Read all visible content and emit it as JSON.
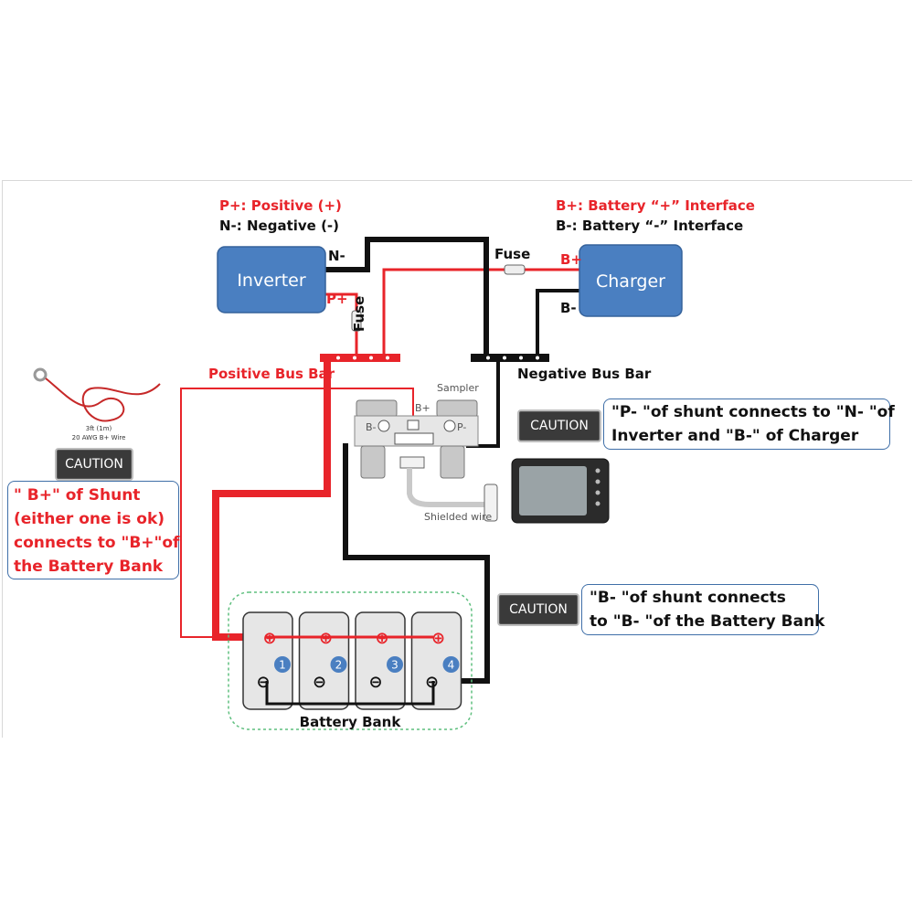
{
  "legend_left": {
    "p_plus": "P+: Positive (+)",
    "n_minus": "N-: Negative (-)"
  },
  "legend_right": {
    "b_plus": "B+: Battery “+” Interface",
    "b_minus": "B-: Battery “-” Interface"
  },
  "devices": {
    "inverter": "Inverter",
    "charger": "Charger"
  },
  "terminals": {
    "inverter_n": "N-",
    "inverter_p": "P+",
    "charger_b_plus": "B+",
    "charger_b_minus": "B-"
  },
  "fuse_labels": {
    "top": "Fuse",
    "vertical": "Fuse"
  },
  "bus_bars": {
    "positive": "Positive Bus Bar",
    "negative": "Negative Bus Bar"
  },
  "shunt": {
    "sampler": "Sampler",
    "b_plus": "B+",
    "b_minus": "B-",
    "p_minus": "P-",
    "shielded_wire": "Shielded wire"
  },
  "wire_accessory": {
    "length": "3ft (1m)",
    "spec": "20 AWG B+ Wire"
  },
  "cautions": {
    "button_label": "CAUTION",
    "left_note": [
      "\" B+\" of Shunt",
      "(either one is ok)",
      "connects to \"B+\"of",
      "the Battery Bank"
    ],
    "top_note": [
      "\"P- \"of shunt connects to \"N- \"of",
      "Inverter and \"B-\" of Charger"
    ],
    "bottom_note": [
      "\"B- \"of shunt connects",
      "to \"B- \"of the Battery Bank"
    ]
  },
  "battery_bank": {
    "label": "Battery Bank",
    "cells": [
      "1",
      "2",
      "3",
      "4"
    ],
    "plus_symbol": "⊕",
    "minus_symbol": "⊖"
  },
  "colors": {
    "positive_wire": "#e8242a",
    "negative_wire": "#111111",
    "device_fill": "#4a7fc1",
    "note_border": "#3f6fa8",
    "bank_border": "#5fbf7f"
  }
}
